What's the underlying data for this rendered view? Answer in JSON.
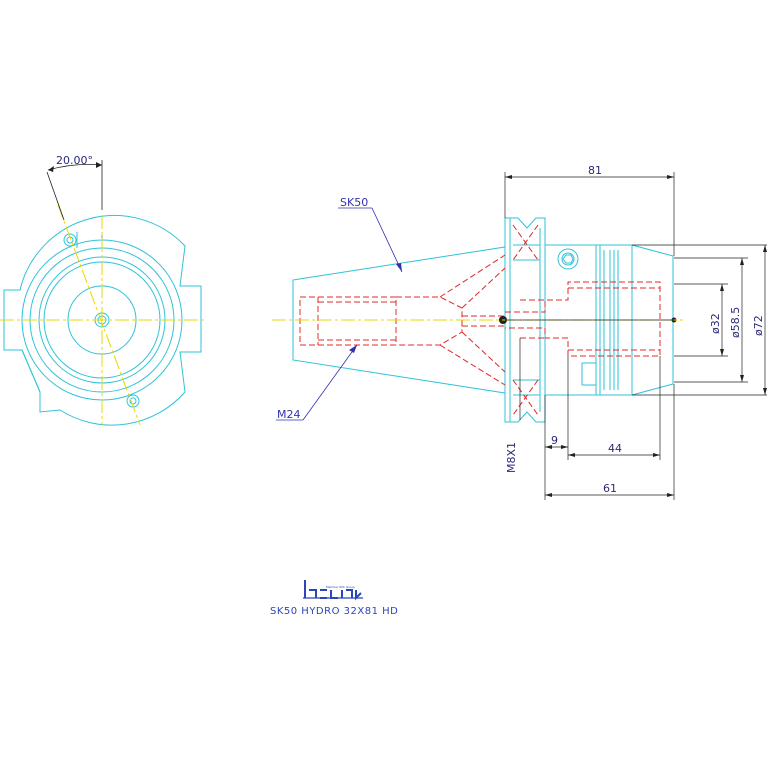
{
  "drawing": {
    "title": "SK50 HYDRO 32X81 HD",
    "logo_text": "ISCAR",
    "logo_subtext": "Member IMC Group",
    "colors": {
      "outline": "#2ec3d8",
      "hidden": "#e0282a",
      "center": "#e8d800",
      "dimension": "#222222",
      "leader": "#3030b0",
      "logo": "#2b46b8"
    },
    "labels": {
      "taper": "SK50",
      "thread": "M24",
      "screw": "M8X1"
    },
    "dimensions": {
      "angle": "20.00°",
      "overall_length": "81",
      "d_bore": "ø32",
      "d_clamp": "ø58.5",
      "d_outer": "ø72",
      "offset": "9",
      "bore_depth": "44",
      "body_length": "61"
    }
  }
}
